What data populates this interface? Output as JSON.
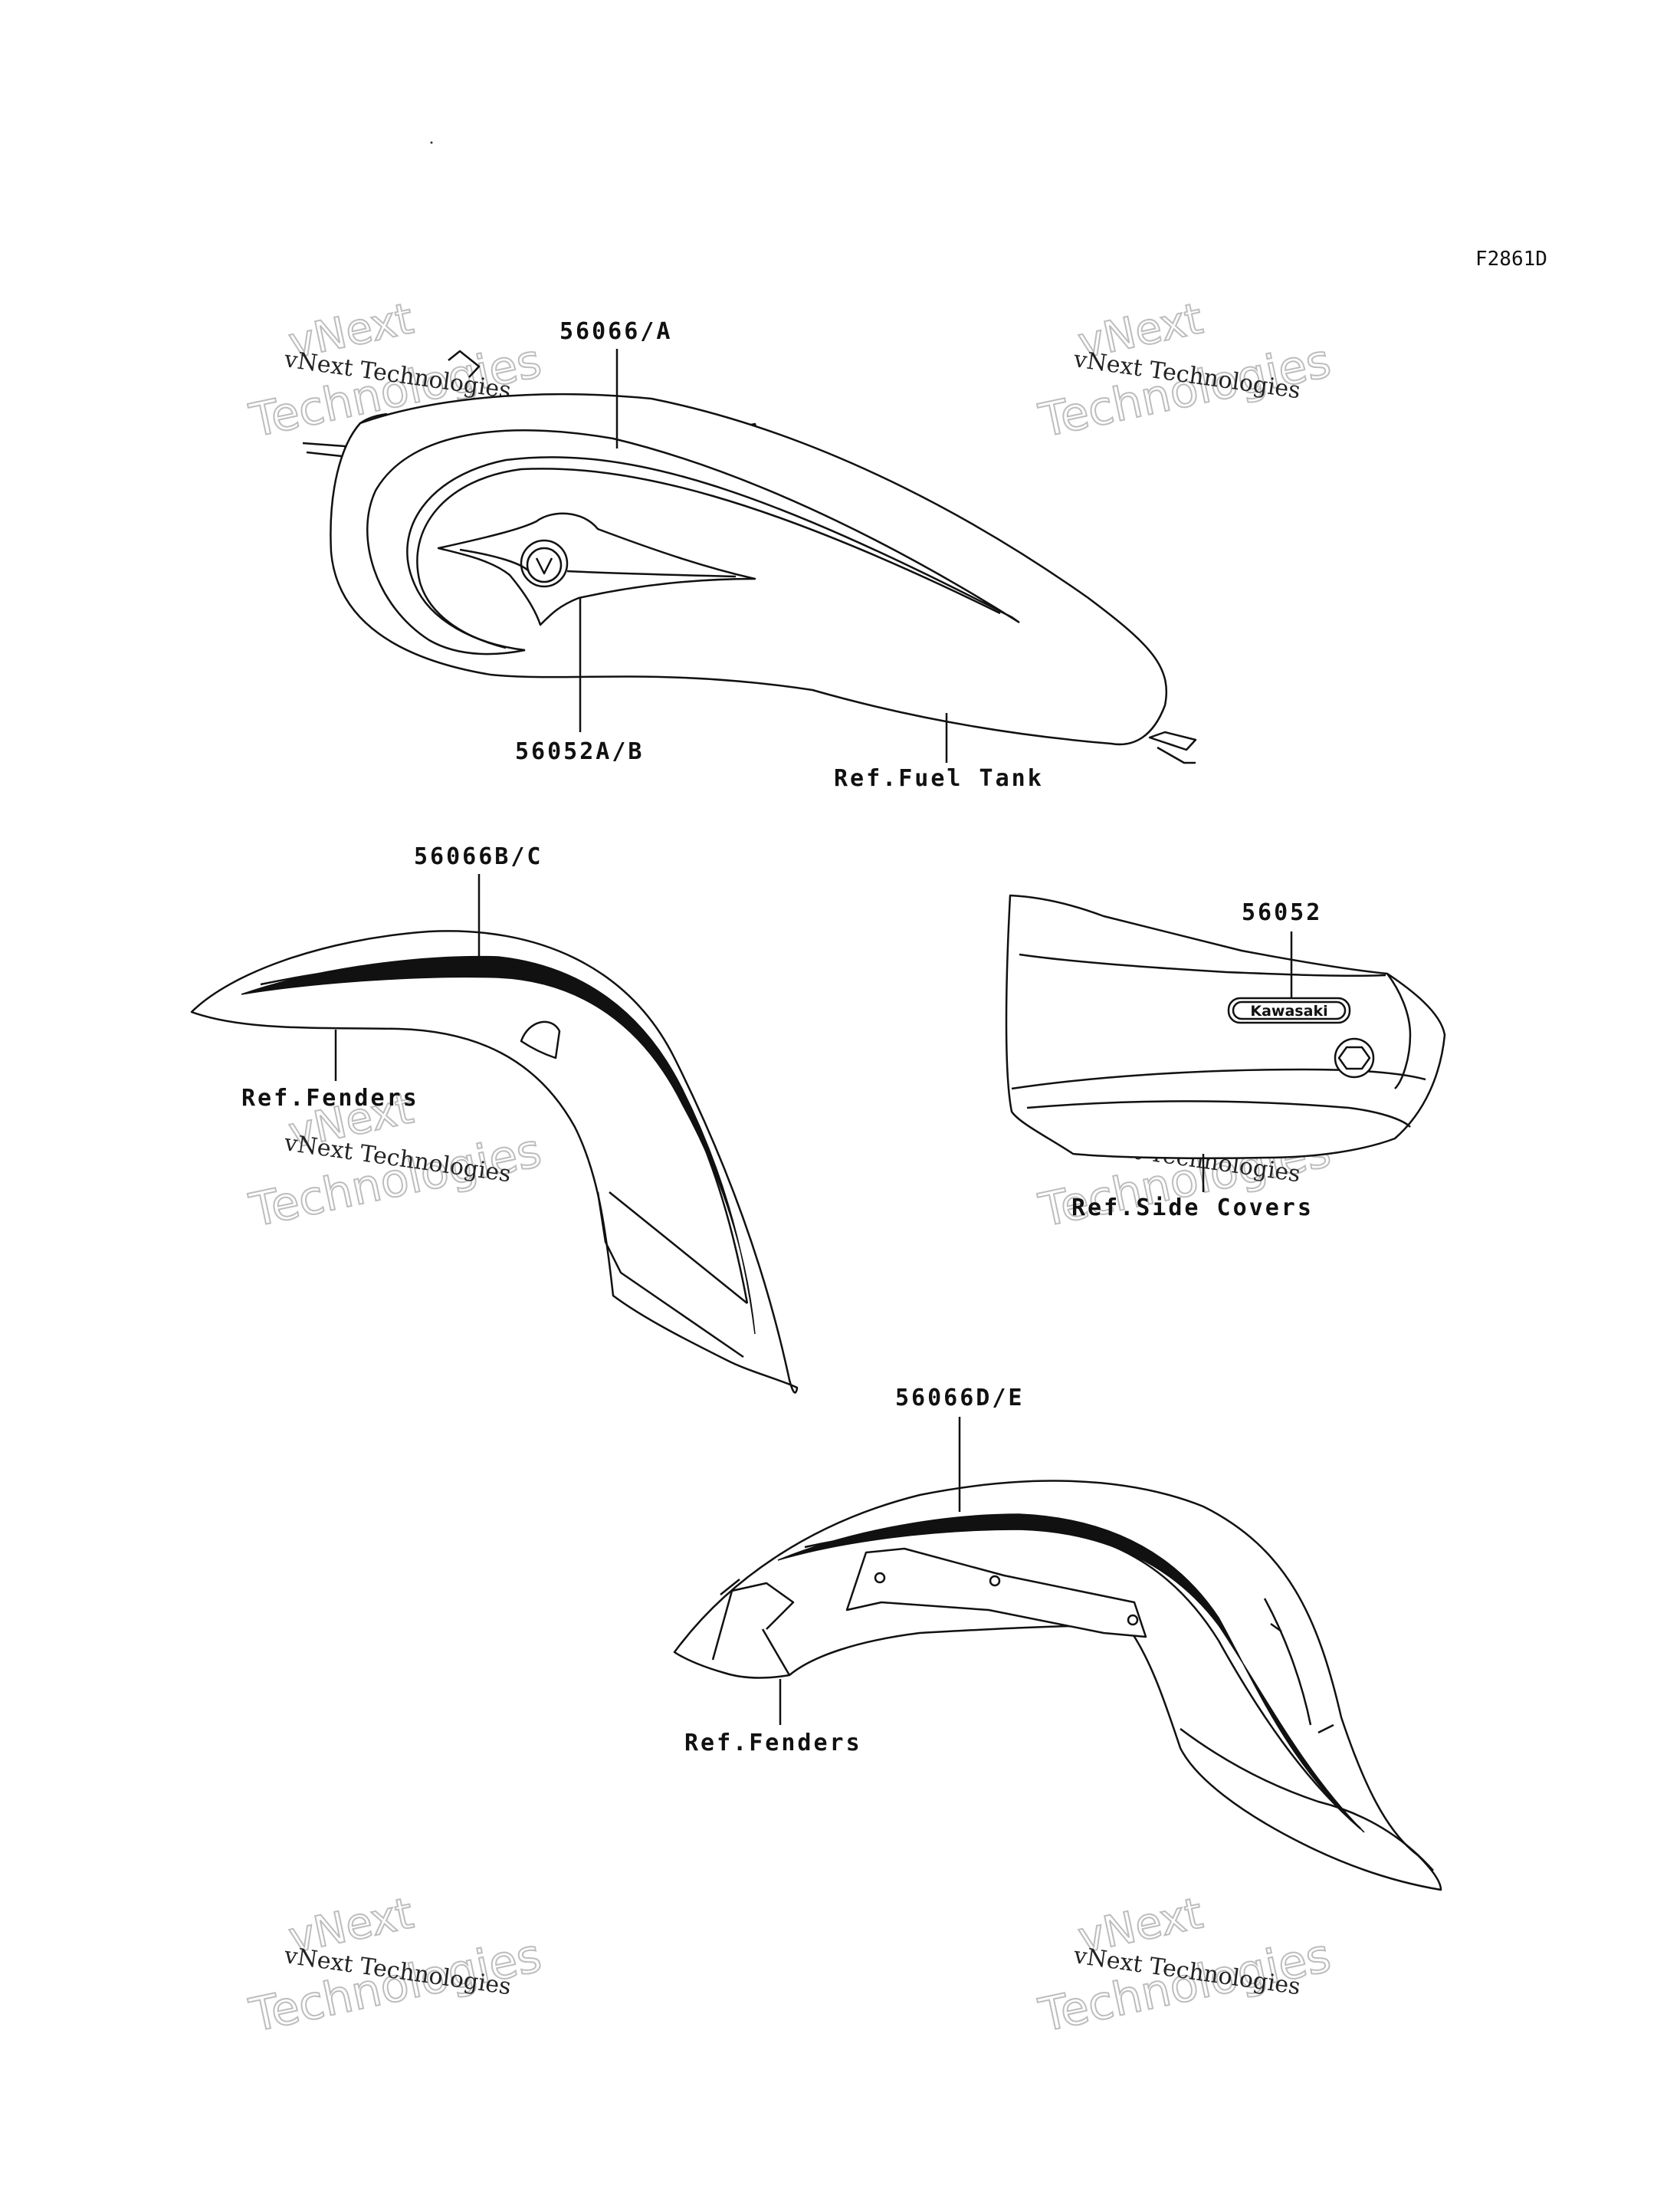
{
  "diagram_code": "F2861D",
  "callouts": {
    "tank_upper_stripe": "56066/A",
    "tank_emblem": "56052A/B",
    "ref_fuel_tank": "Ref.Fuel Tank",
    "front_fender_stripe": "56066B/C",
    "ref_front_fenders": "Ref.Fenders",
    "side_cover_emblem": "56052",
    "ref_side_covers": "Ref.Side Covers",
    "rear_fender_stripe": "56066D/E",
    "ref_rear_fenders": "Ref.Fenders"
  },
  "emblem_text": "Kawasaki",
  "watermark": {
    "line_small": "vNext Technologies",
    "big_1": "vNext",
    "big_2": "Technologies"
  },
  "colors": {
    "line": "#111111",
    "background": "#ffffff",
    "watermark": "#bdbdbd"
  }
}
